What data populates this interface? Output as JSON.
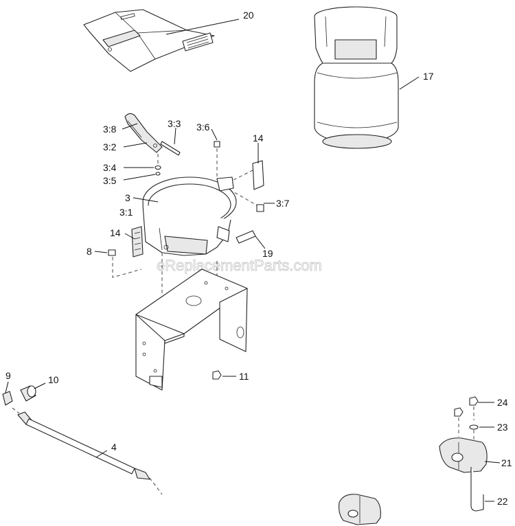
{
  "watermark": "eReplacementParts.com",
  "callouts": {
    "c20": "20",
    "c17": "17",
    "c3_8": "3:8",
    "c3_3": "3:3",
    "c3_6": "3:6",
    "c14_top": "14",
    "c3_2": "3:2",
    "c3_4": "3:4",
    "c3_5": "3:5",
    "c3": "3",
    "c3_1": "3:1",
    "c3_7": "3:7",
    "c14_left": "14",
    "c19": "19",
    "c8": "8",
    "c11": "11",
    "c9": "9",
    "c10": "10",
    "c4": "4",
    "c24": "24",
    "c23": "23",
    "c21": "21",
    "c22": "22"
  }
}
